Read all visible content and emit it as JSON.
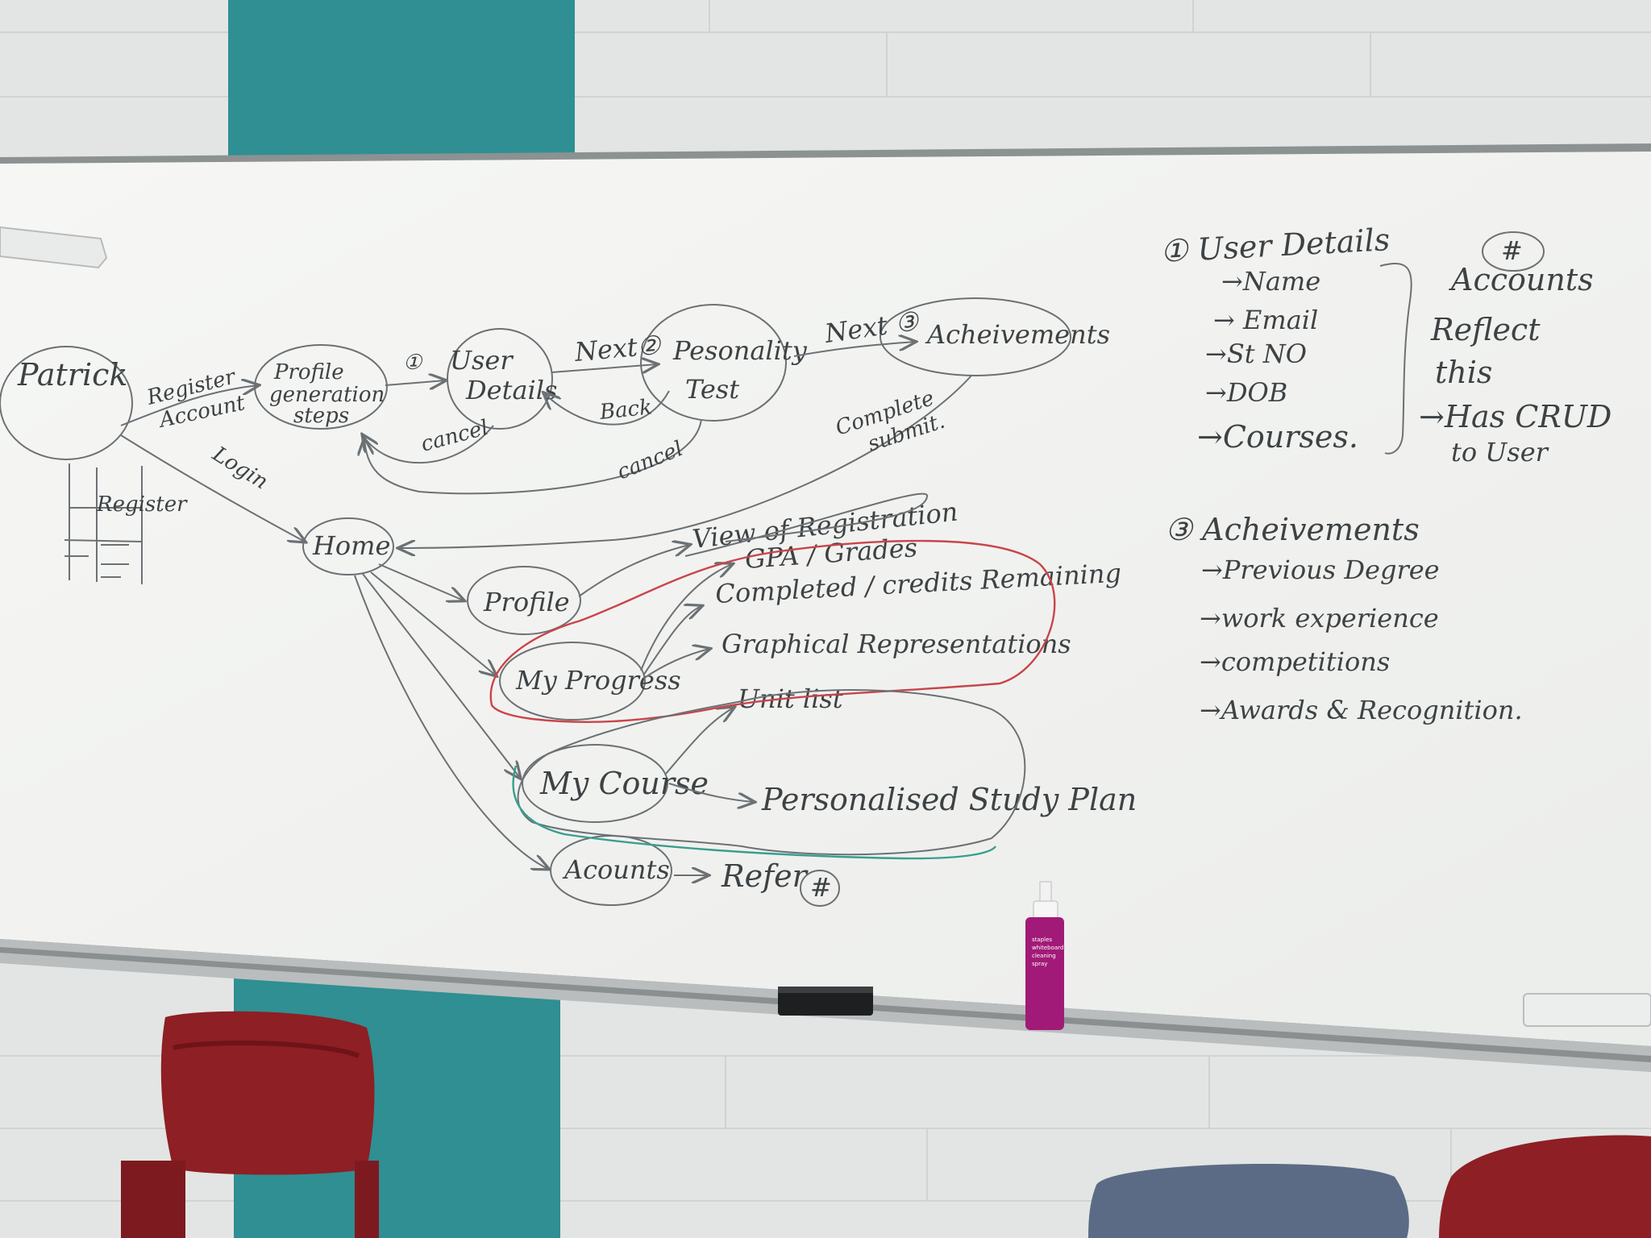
{
  "diagram": {
    "nodes": {
      "patrick": "Patrick",
      "profile_steps": [
        "Profile",
        "generation",
        "steps"
      ],
      "user_details": [
        "User",
        "Details"
      ],
      "personality_test": [
        "Pesonality",
        "Test"
      ],
      "achievements": "Acheivements",
      "home": "Home",
      "profile": "Profile",
      "my_progress": "My Progress",
      "my_course": "My Course",
      "accounts": "Acounts",
      "register_box": "Register"
    },
    "edge_labels": {
      "register_account": [
        "Register",
        "Account"
      ],
      "step_one": "①",
      "next_two": "Next②",
      "next_three": "Next ③",
      "back": "Back",
      "cancel_details": "cancel",
      "cancel_test": "cancel",
      "complete_submit": [
        "Complete",
        "submit."
      ],
      "login": "Login"
    },
    "leaves": {
      "view_registration": "View of Registration",
      "gpa": "GPA / Grades",
      "credits": "Completed / credits Remaining",
      "graphical": "Graphical Representations",
      "unit_list": "Unit list",
      "study_plan": "Personalised Study Plan",
      "refer": "Refer",
      "refer_mark": "#"
    },
    "notes": {
      "user_details_title": "① User Details",
      "user_details_items": [
        "→Name",
        "→ Email",
        "→St NO",
        "→DOB",
        "→Courses."
      ],
      "accounts_mark": "#",
      "accounts_note": [
        "Accounts",
        "Reflect",
        "this",
        "→Has CRUD",
        "to User"
      ],
      "achievements_title": "③ Acheivements",
      "achievements_items": [
        "→Previous Degree",
        "→work experience",
        "→competitions",
        "→Awards & Recognition."
      ]
    },
    "spray_label": [
      "staples",
      "whiteboard",
      "cleaning",
      "spray"
    ]
  },
  "colors": {
    "board": "#f4f5f3",
    "wall": "#e6e8e7",
    "teal_column": "#2f8f92",
    "marker_gray": "#6b7174",
    "marker_red": "#c9454a",
    "marker_teal": "#3a9e8e",
    "chair_red": "#8e1f24",
    "chair_blue": "#5b6b86",
    "spray": "#a21a78"
  }
}
